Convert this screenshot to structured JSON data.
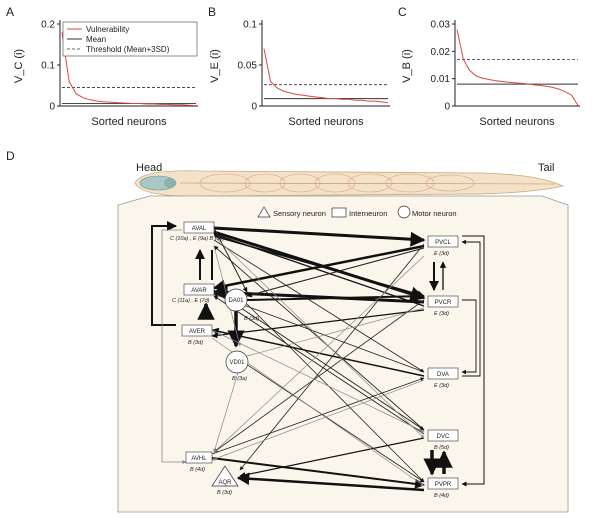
{
  "panels": {
    "a": "A",
    "b": "B",
    "c": "C",
    "d": "D"
  },
  "chart_data": [
    {
      "type": "line",
      "id": "A",
      "ylabel": "V_C (i)",
      "xlabel": "Sorted neurons",
      "ylim": [
        0,
        0.2
      ],
      "yticks": [
        "0",
        "0.1",
        "0.2"
      ],
      "threshold": 0.045,
      "mean": 0.006,
      "series": [
        {
          "name": "Vulnerability",
          "values": [
            0.18,
            0.06,
            0.03,
            0.02,
            0.015,
            0.012,
            0.01,
            0.009,
            0.008,
            0.007,
            0.006,
            0.006,
            0.005,
            0.005,
            0.004,
            0.004,
            0.003,
            0.003,
            0.002,
            0.001
          ]
        },
        {
          "name": "Mean"
        },
        {
          "name": "Threshold (Mean+3SD)"
        }
      ]
    },
    {
      "type": "line",
      "id": "B",
      "ylabel": "V_E (i)",
      "xlabel": "Sorted neurons",
      "ylim": [
        0,
        0.1
      ],
      "yticks": [
        "0",
        "0.05",
        "0.1"
      ],
      "threshold": 0.026,
      "mean": 0.009,
      "series": [
        {
          "name": "Vulnerability",
          "values": [
            0.07,
            0.03,
            0.022,
            0.018,
            0.016,
            0.014,
            0.013,
            0.012,
            0.011,
            0.01,
            0.009,
            0.009,
            0.008,
            0.008,
            0.007,
            0.007,
            0.006,
            0.006,
            0.005,
            0.004
          ]
        }
      ]
    },
    {
      "type": "line",
      "id": "C",
      "ylabel": "V_B (i)",
      "xlabel": "Sorted neurons",
      "ylim": [
        0,
        0.03
      ],
      "yticks": [
        "0",
        "0.01",
        "0.02",
        "0.03"
      ],
      "threshold": 0.017,
      "mean": 0.008,
      "series": [
        {
          "name": "Vulnerability",
          "values": [
            0.028,
            0.017,
            0.013,
            0.011,
            0.0102,
            0.0097,
            0.0093,
            0.009,
            0.0087,
            0.0085,
            0.0083,
            0.0081,
            0.0078,
            0.0075,
            0.0072,
            0.0068,
            0.0062,
            0.0052,
            0.004,
            0.0002
          ]
        }
      ]
    }
  ],
  "colors": {
    "vulnerability": "#d94b3c",
    "mean": "#333333",
    "threshold": "#333333",
    "worm": "#f3e2c8",
    "panel_bg": "#faf6ec"
  },
  "diagram": {
    "head": "Head",
    "tail": "Tail",
    "legend": {
      "sensory": "Sensory neuron",
      "inter": "Interneuron",
      "motor": "Motor neuron"
    },
    "nodes": {
      "aval": {
        "name": "AVAL",
        "sub": "C (10a) , E (9a) B (3e)"
      },
      "avar": {
        "name": "AVAR",
        "sub": "C (11a) , E (7d)"
      },
      "aver": {
        "name": "AVER",
        "sub": "B (3d)"
      },
      "da01": {
        "name": "DA01",
        "sub": "B (3d)"
      },
      "vd01": {
        "name": "VD01",
        "sub": "B (3a)"
      },
      "avhl": {
        "name": "AVHL",
        "sub": "B (4d)"
      },
      "aqr": {
        "name": "AQR",
        "sub": "B (3d)"
      },
      "pvcl": {
        "name": "PVCL",
        "sub": "E (3d)"
      },
      "pvcr": {
        "name": "PVCR",
        "sub": "E (3d)"
      },
      "dva": {
        "name": "DVA",
        "sub": "E (3d)"
      },
      "dvc": {
        "name": "DVC",
        "sub": "B (5d)"
      },
      "pvpr": {
        "name": "PVPR",
        "sub": "B (4d)"
      }
    }
  }
}
